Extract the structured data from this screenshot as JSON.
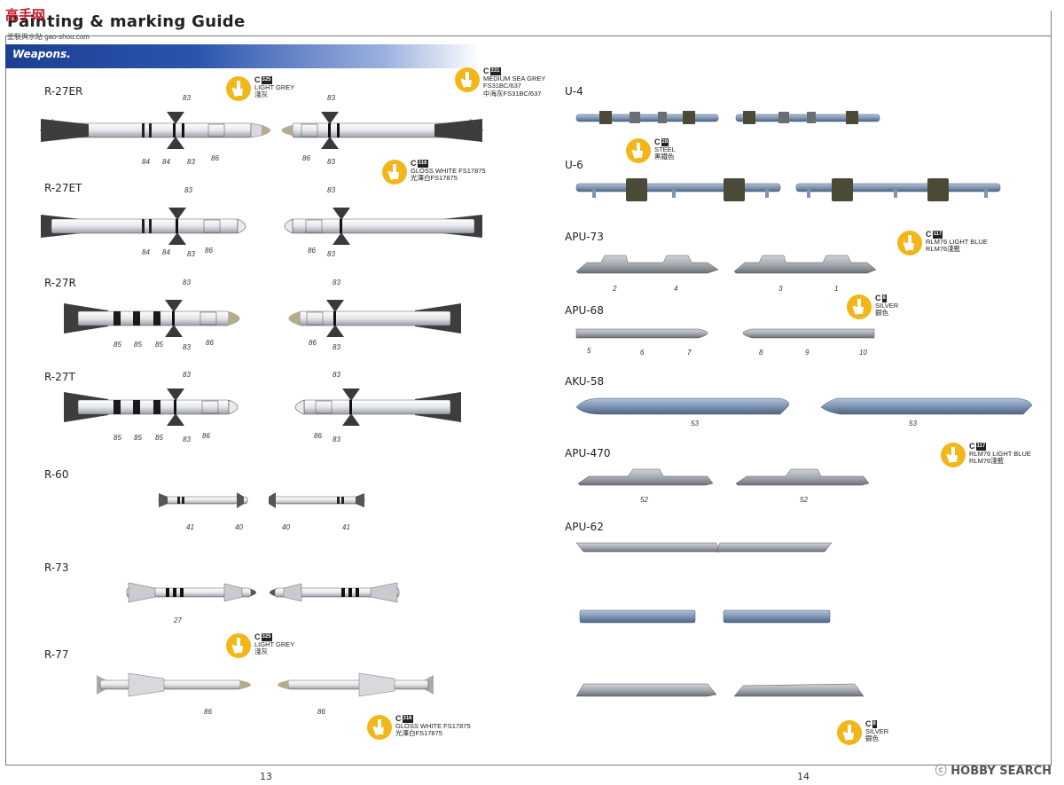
{
  "header": {
    "title": "Painting & marking Guide",
    "section": "Weapons."
  },
  "watermark": {
    "logo": "高手网",
    "sub": "塗裝與水貼",
    "url": "gao-shou.com"
  },
  "left_page": {
    "page_number": "13",
    "weapons": [
      {
        "label": "R-27ER"
      },
      {
        "label": "R-27ET"
      },
      {
        "label": "R-27R"
      },
      {
        "label": "R-27T"
      },
      {
        "label": "R-60"
      },
      {
        "label": "R-73"
      },
      {
        "label": "R-77"
      }
    ],
    "part_numbers": {
      "r27er_top": [
        "83",
        "83"
      ],
      "r27er_bottom": [
        "84",
        "84",
        "83",
        "86",
        "86",
        "83"
      ],
      "r27et_top": [
        "83",
        "83"
      ],
      "r27et_bottom": [
        "84",
        "84",
        "83",
        "86",
        "86",
        "83"
      ],
      "r27r_top": [
        "83",
        "83"
      ],
      "r27r_bottom": [
        "85",
        "85",
        "85",
        "83",
        "86",
        "86",
        "83"
      ],
      "r27t_top": [
        "83",
        "83"
      ],
      "r27t_bottom": [
        "85",
        "85",
        "85",
        "83",
        "86",
        "86",
        "83"
      ],
      "r60": [
        "41",
        "40",
        "40",
        "41"
      ],
      "r73": [
        "27"
      ],
      "r77": [
        "86",
        "86"
      ]
    },
    "callouts": [
      {
        "code": "C",
        "code_box": "325",
        "lines": [
          "LIGHT GREY",
          "淺灰"
        ]
      },
      {
        "code": "C",
        "code_box": "331",
        "lines": [
          "MEDIUM SEA GREY",
          "FS31BC/637",
          "中海灰FS31BC/637"
        ]
      },
      {
        "code": "C",
        "code_box": "316",
        "lines": [
          "GLOSS WHITE FS17875",
          "光澤白FS17875"
        ]
      },
      {
        "code": "C",
        "code_box": "325",
        "lines": [
          "LIGHT GREY",
          "淺灰"
        ]
      },
      {
        "code": "C",
        "code_box": "316",
        "lines": [
          "GLOSS WHITE FS17875",
          "光澤白FS17875"
        ]
      }
    ]
  },
  "right_page": {
    "page_number": "14",
    "weapons": [
      {
        "label": "U-4"
      },
      {
        "label": "U-6"
      },
      {
        "label": "APU-73"
      },
      {
        "label": "APU-68"
      },
      {
        "label": "AKU-58"
      },
      {
        "label": "APU-470"
      },
      {
        "label": "APU-62"
      }
    ],
    "part_numbers": {
      "apu73": [
        "2",
        "4",
        "3",
        "1"
      ],
      "apu68": [
        "5",
        "6",
        "7",
        "8",
        "9",
        "10"
      ],
      "aku58": [
        "53",
        "53"
      ],
      "apu470": [
        "52",
        "52"
      ]
    },
    "callouts": [
      {
        "code": "C",
        "code_box": "28",
        "lines": [
          "STEEL",
          "黑鐵色"
        ]
      },
      {
        "code": "C",
        "code_box": "117",
        "lines": [
          "RLM76 LIGHT BLUE",
          "RLM76淺藍"
        ]
      },
      {
        "code": "C",
        "code_box": "8",
        "lines": [
          "SILVER",
          "銀色"
        ]
      },
      {
        "code": "C",
        "code_box": "117",
        "lines": [
          "RLM76 LIGHT BLUE",
          "RLM76淺藍"
        ]
      },
      {
        "code": "C",
        "code_box": "8",
        "lines": [
          "SILVER",
          "銀色"
        ]
      }
    ]
  },
  "footer": {
    "logo": "HOBBY SEARCH",
    "mark": "ⓒ"
  },
  "colors": {
    "band_blue": "#1c3f92",
    "callout_yellow": "#f2b619",
    "missile_white": "#e9eaec",
    "fin_dark": "#3a3a3a",
    "pylon_blue": "#7d94b3",
    "pylon_grey": "#a9adb3",
    "rack_green": "#4b4a36",
    "seeker_tan": "#b5ab8d"
  }
}
